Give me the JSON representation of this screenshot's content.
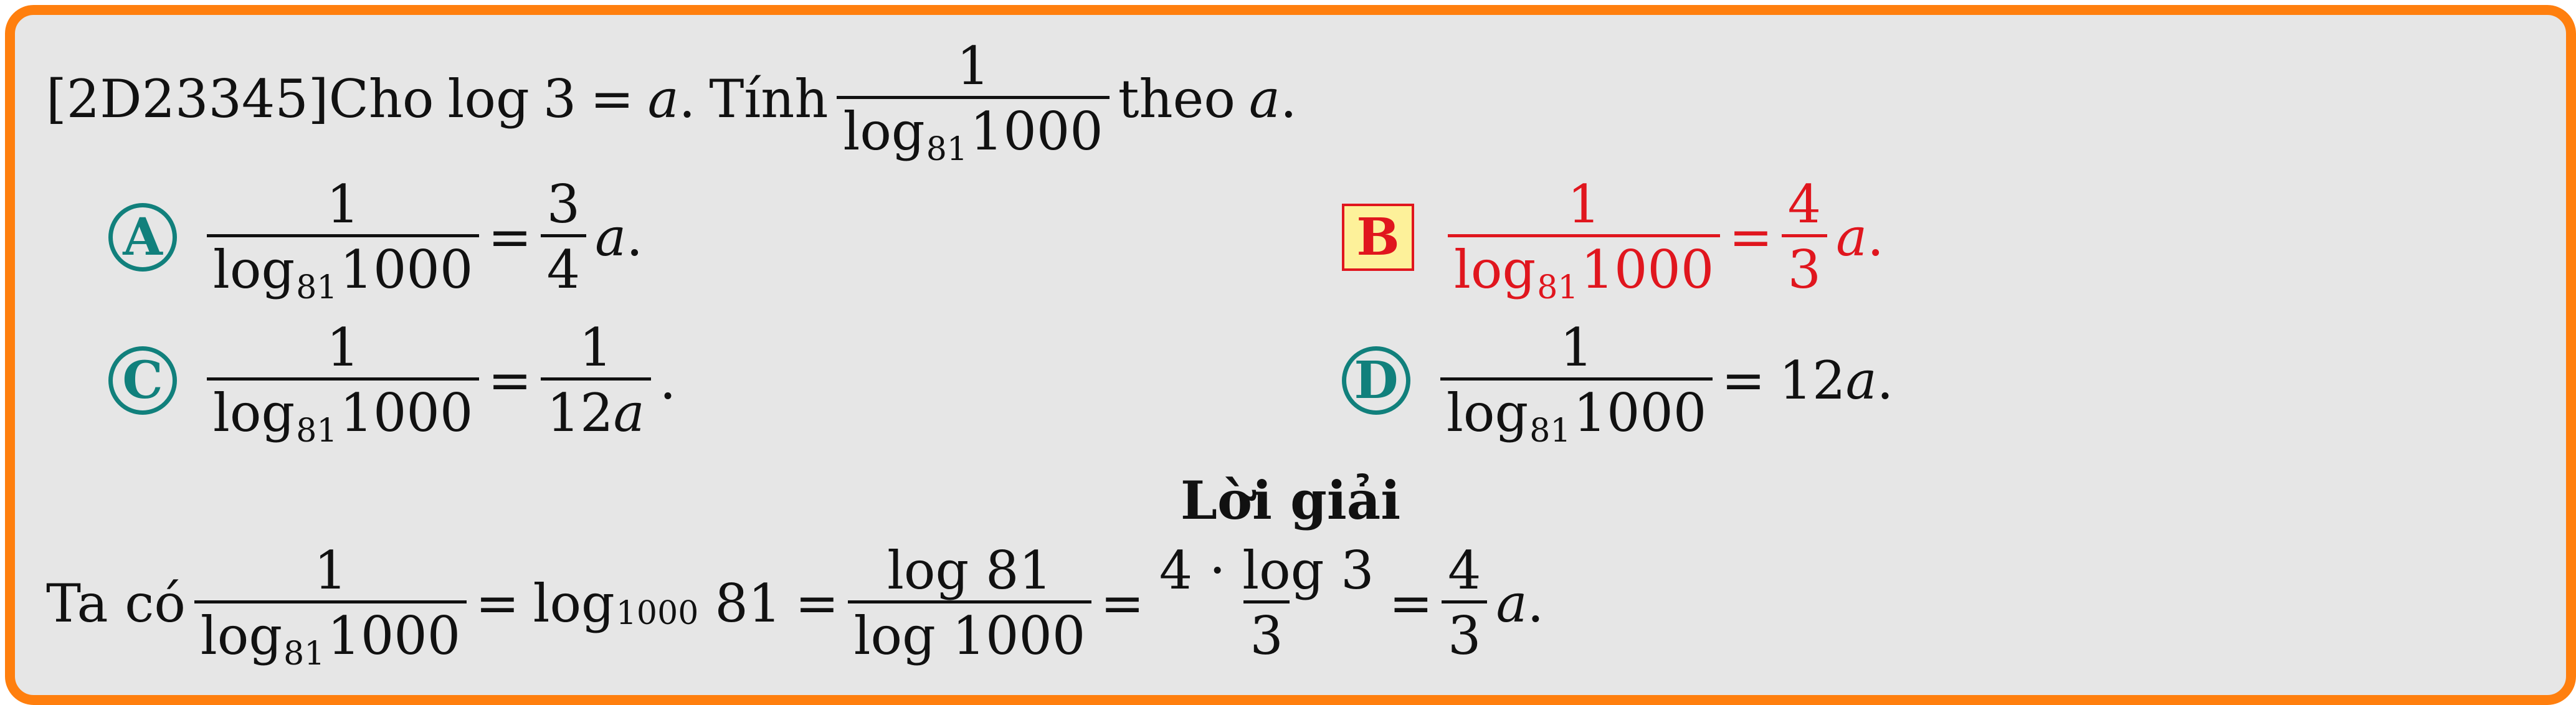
{
  "problem": {
    "code": "[2D23345]",
    "prefix": "Cho",
    "log": "log",
    "three": "3",
    "eq": "=",
    "a": "a",
    "dot": ".",
    "tinh": "Tính",
    "frac_num": "1",
    "frac_log": "log",
    "frac_base": "81",
    "frac_arg": "1000",
    "theo": "theo",
    "a2": "a",
    "end": "."
  },
  "options": {
    "A": {
      "label": "A",
      "num": "1",
      "log": "log",
      "base": "81",
      "arg": "1000",
      "eq": "=",
      "rhs_num": "3",
      "rhs_den": "4",
      "rhs_var": "a",
      "end": "."
    },
    "B": {
      "label": "B",
      "num": "1",
      "log": "log",
      "base": "81",
      "arg": "1000",
      "eq": "=",
      "rhs_num": "4",
      "rhs_den": "3",
      "rhs_var": "a",
      "end": "."
    },
    "C": {
      "label": "C",
      "num": "1",
      "log": "log",
      "base": "81",
      "arg": "1000",
      "eq": "=",
      "rhs_num": "1",
      "rhs_den_num": "12",
      "rhs_den_var": "a",
      "end": "."
    },
    "D": {
      "label": "D",
      "num": "1",
      "log": "log",
      "base": "81",
      "arg": "1000",
      "eq": "=",
      "rhs_text": "12",
      "rhs_var": "a",
      "end": "."
    }
  },
  "solution": {
    "title": "Lời giải",
    "intro": "Ta có",
    "f1_num": "1",
    "f1_log": "log",
    "f1_base": "81",
    "f1_arg": "1000",
    "eq1": "=",
    "log2": "log",
    "base2": "1000",
    "arg2": "81",
    "eq2": "=",
    "f2_num": "log 81",
    "f2_den": "log 1000",
    "eq3": "=",
    "f3_num": "4 · log 3",
    "f3_den": "3",
    "eq4": "=",
    "f4_num": "4",
    "f4_den": "3",
    "var": "a",
    "end": "."
  },
  "colors": {
    "frame": "#ff7f0e",
    "background": "#e6e6e6",
    "option_mark": "#11807c",
    "correct": "#e0161e",
    "correct_box_fill": "#fdf19a"
  }
}
